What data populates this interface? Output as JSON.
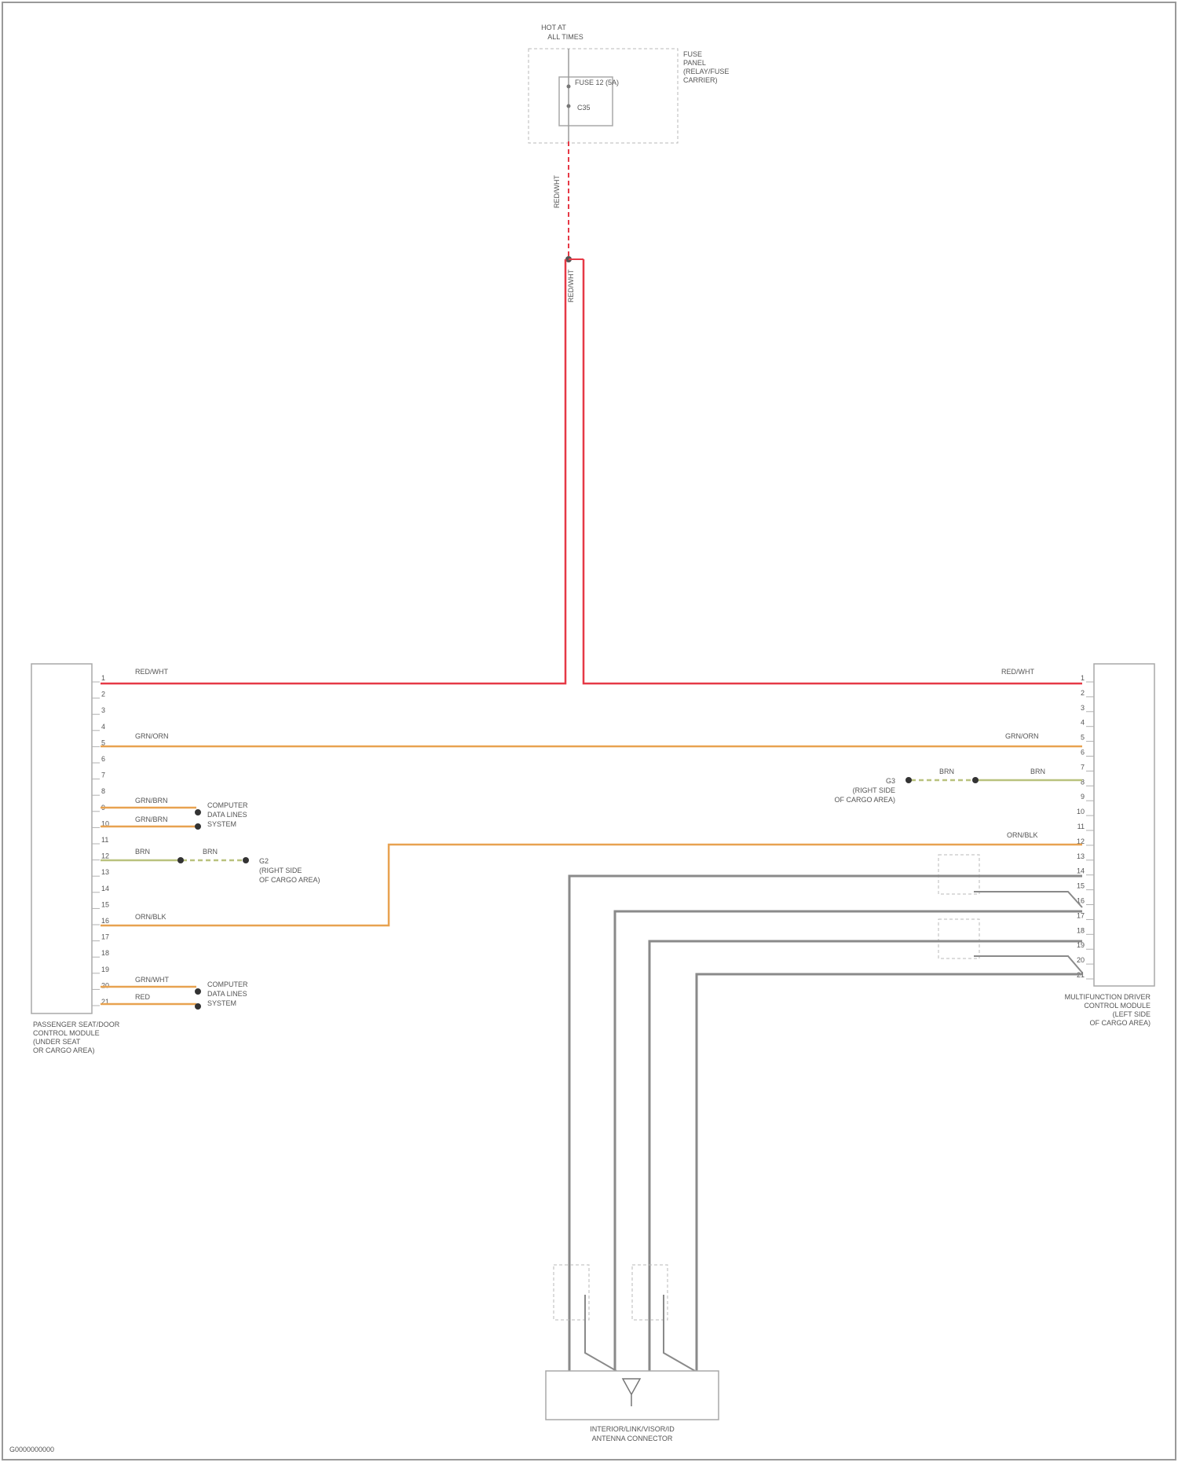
{
  "colors": {
    "power_wire": "#e63946",
    "signal_wire": "#e8a250",
    "ground_wire": "#8a8a8a",
    "aux_wire": "#b9c27e",
    "frame": "#999999",
    "text": "#555555"
  },
  "fuse_block": {
    "top_label_line1": "HOT AT",
    "top_label_line2": "ALL TIMES",
    "fuse_label": "FUSE 12 (5A)",
    "side_label_line1": "FUSE",
    "side_label_line2": "PANEL",
    "side_label_line3": "(RELAY/FUSE",
    "side_label_line4": "CARRIER)",
    "pin_label": "C35",
    "wire_label_top": "RED/WHT",
    "wire_label_splice": "RED/WHT"
  },
  "left_module": {
    "name_line1": "PASSENGER SEAT/DOOR",
    "name_line2": "CONTROL MODULE",
    "name_line3": "(UNDER SEAT",
    "name_line4": "OR CARGO AREA)",
    "pins": [
      "1",
      "2",
      "3",
      "4",
      "5",
      "6",
      "7",
      "8",
      "9",
      "10",
      "11",
      "12",
      "13",
      "14",
      "15",
      "16",
      "17",
      "18",
      "19",
      "20",
      "21"
    ]
  },
  "right_module": {
    "name_line1": "MULTIFUNCTION DRIVER",
    "name_line2": "CONTROL MODULE",
    "name_line3": "(LEFT SIDE",
    "name_line4": "OF CARGO AREA)",
    "pins": [
      "1",
      "2",
      "3",
      "4",
      "5",
      "6",
      "7",
      "8",
      "9",
      "10",
      "11",
      "12",
      "13",
      "14",
      "15",
      "16",
      "17",
      "18",
      "19",
      "20",
      "21"
    ]
  },
  "wires": {
    "left_power": "RED/WHT",
    "right_power": "RED/WHT",
    "left_can": "GRN/ORN",
    "right_can": "GRN/ORN",
    "left_dl1": "GRN/BRN",
    "left_dl2": "GRN/BRN",
    "left_gnd1": "BRN",
    "left_gnd2": "BRN",
    "left_sig": "ORN/BLK",
    "left_dl3": "GRN/WHT",
    "left_dl4": "RED",
    "right_sig": "ORN/BLK",
    "right_gnd1": "BRN",
    "right_gnd2": "BRN"
  },
  "left_refs": {
    "ref1_line1": "COMPUTER",
    "ref1_line2": "DATA LINES",
    "ref1_line3": "SYSTEM",
    "ref2_line1": "COMPUTER",
    "ref2_line2": "DATA LINES",
    "ref2_line3": "SYSTEM",
    "ground_line1": "G2",
    "ground_line2": "(RIGHT SIDE",
    "ground_line3": "OF CARGO AREA)"
  },
  "right_refs": {
    "ground_line1": "G3",
    "ground_line2": "(RIGHT SIDE",
    "ground_line3": "OF CARGO AREA)"
  },
  "antenna": {
    "name_line1": "INTERIOR/LINK/VISOR/ID",
    "name_line2": "ANTENNA CONNECTOR"
  },
  "footer": {
    "code": "G0000000000"
  }
}
